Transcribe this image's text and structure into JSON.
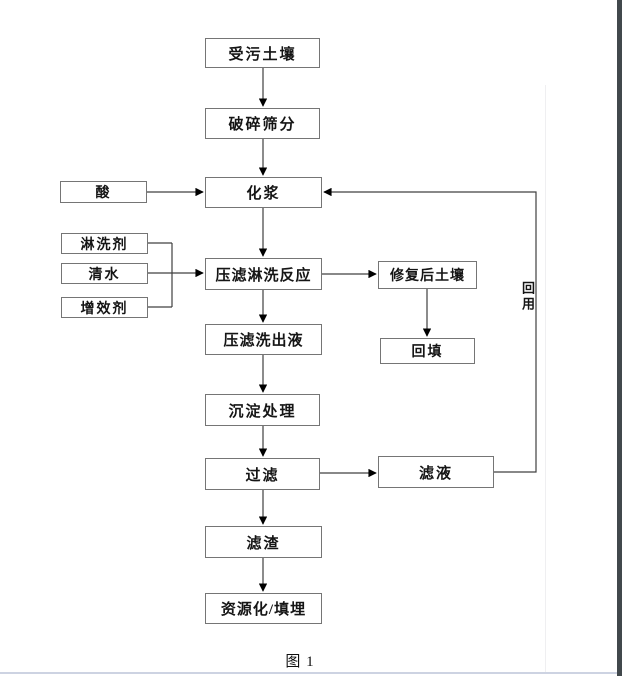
{
  "figure": {
    "caption": "图 1",
    "reuse_label": "回用"
  },
  "nodes": {
    "soil": "受污土壤",
    "crush": "破碎筛分",
    "slurry": "化浆",
    "acid": "酸",
    "washing_agent": "淋洗剂",
    "water": "清水",
    "enhancer": "增效剂",
    "press_wash": "压滤淋洗反应",
    "remediated_soil": "修复后土壤",
    "backfill": "回填",
    "washout_liquid": "压滤洗出液",
    "sediment": "沉淀处理",
    "filter": "过滤",
    "filtrate": "滤液",
    "residue": "滤渣",
    "resource": "资源化/填埋"
  },
  "edges": [
    {
      "from": "受污土壤",
      "to": "破碎筛分"
    },
    {
      "from": "破碎筛分",
      "to": "化浆"
    },
    {
      "from": "酸",
      "to": "化浆"
    },
    {
      "from": "化浆",
      "to": "压滤淋洗反应"
    },
    {
      "from": "淋洗剂",
      "to": "压滤淋洗反应"
    },
    {
      "from": "清水",
      "to": "压滤淋洗反应"
    },
    {
      "from": "增效剂",
      "to": "压滤淋洗反应"
    },
    {
      "from": "压滤淋洗反应",
      "to": "修复后土壤"
    },
    {
      "from": "修复后土壤",
      "to": "回填"
    },
    {
      "from": "压滤淋洗反应",
      "to": "压滤洗出液"
    },
    {
      "from": "压滤洗出液",
      "to": "沉淀处理"
    },
    {
      "from": "沉淀处理",
      "to": "过滤"
    },
    {
      "from": "过滤",
      "to": "滤液"
    },
    {
      "from": "过滤",
      "to": "滤渣"
    },
    {
      "from": "滤液",
      "to": "化浆",
      "label": "回用"
    },
    {
      "from": "滤渣",
      "to": "资源化/填埋"
    }
  ],
  "colors": {
    "box_border": "#757575",
    "line": "#404040",
    "arrowhead": "#000000",
    "right_edge_strip": "#41484c",
    "bottom_rule": "#cdd3e2"
  }
}
